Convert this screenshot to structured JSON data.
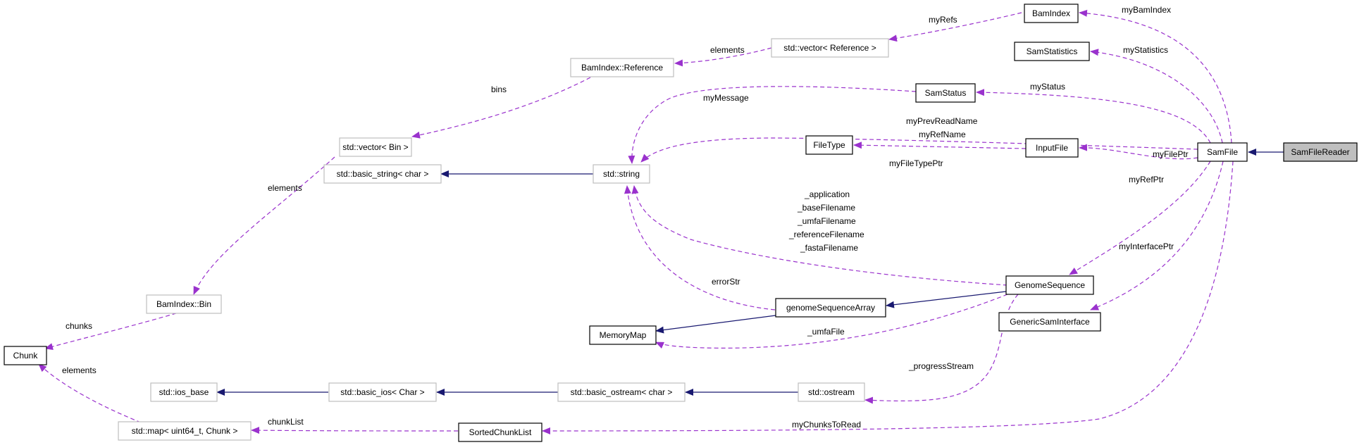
{
  "nodes": {
    "samfilereader": "SamFileReader",
    "samfile": "SamFile",
    "bamindex": "BamIndex",
    "samstatistics": "SamStatistics",
    "samstatus": "SamStatus",
    "inputfile": "InputFile",
    "filetype": "FileType",
    "genomesequence": "GenomeSequence",
    "genericsaminterface": "GenericSamInterface",
    "genomesequencearray": "genomeSequenceArray",
    "memorymap": "MemoryMap",
    "std_string": "std::string",
    "std_basic_string": "std::basic_string< char >",
    "vector_reference": "std::vector< Reference >",
    "bamindex_reference": "BamIndex::Reference",
    "vector_bin": "std::vector< Bin >",
    "bamindex_bin": "BamIndex::Bin",
    "chunk": "Chunk",
    "std_map": "std::map< uint64_t, Chunk >",
    "sortedchunklist": "SortedChunkList",
    "std_ios_base": "std::ios_base",
    "std_basic_ios": "std::basic_ios< Char >",
    "std_basic_ostream": "std::basic_ostream< char >",
    "std_ostream": "std::ostream"
  },
  "edge_labels": {
    "myBamIndex": "myBamIndex",
    "myStatistics": "myStatistics",
    "myStatus": "myStatus",
    "myPrevReadName": "myPrevReadName",
    "myRefName": "myRefName",
    "myFilePtr": "myFilePtr",
    "myFileTypePtr": "myFileTypePtr",
    "myRefPtr": "myRefPtr",
    "myInterfacePtr": "myInterfacePtr",
    "myChunksToRead": "myChunksToRead",
    "myRefs": "myRefs",
    "elements_ref": "elements",
    "bins": "bins",
    "elements_bin": "elements",
    "chunks": "chunks",
    "elements_chunk": "elements",
    "chunkList": "chunkList",
    "myMessage": "myMessage",
    "application": "_application",
    "baseFilename": "_baseFilename",
    "umfaFilename": "_umfaFilename",
    "referenceFilename": "_referenceFilename",
    "fastaFilename": "_fastaFilename",
    "errorStr": "errorStr",
    "umfaFile": "_umfaFile",
    "progressStream": "_progressStream"
  },
  "colors": {
    "usage_edge": "#9a32cd",
    "inheritance_edge": "#191970",
    "root_fill": "#bfbfbf",
    "documented_border": "#000000",
    "undocumented_border": "#bfbfbf"
  }
}
